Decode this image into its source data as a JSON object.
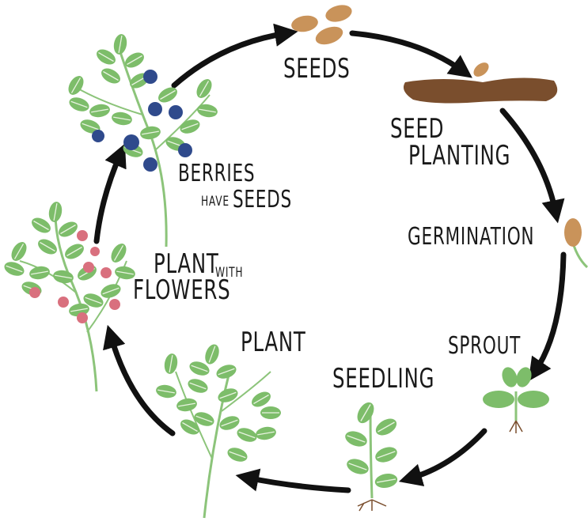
{
  "stages": {
    "seeds": "SEEDS",
    "seed_planting_line1": "SEED",
    "seed_planting_line2": "PLANTING",
    "germination": "GERMINATION",
    "sprout": "SPROUT",
    "seedling": "SEEDLING",
    "plant": "PLANT",
    "plant_with_flowers_line1": "PLANT",
    "plant_with_flowers_with": "WITH",
    "plant_with_flowers_line2": "FLOWERS",
    "berries_line1": "BERRIES",
    "berries_have": "HAVE",
    "berries_seeds": "SEEDS"
  },
  "colors": {
    "leaf": "#7dbd6a",
    "leaf_vein": "#e8f3e0",
    "stem": "#8cc47a",
    "berry": "#2f4a8c",
    "flower": "#d9707e",
    "seed": "#c9935a",
    "soil": "#7a4e2d",
    "arrow": "#111111"
  }
}
